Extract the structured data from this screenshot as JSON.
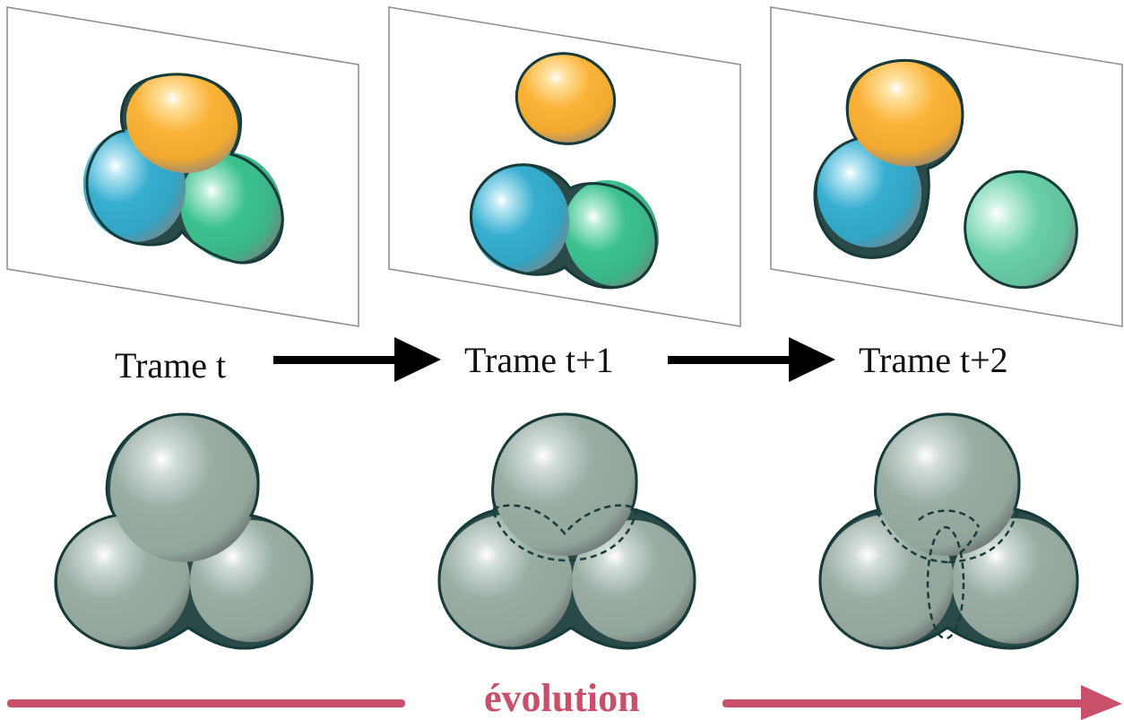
{
  "frames": [
    {
      "label": "Trame t"
    },
    {
      "label": "Trame t+1"
    },
    {
      "label": "Trame t+2"
    }
  ],
  "evolution": {
    "label": "évolution",
    "color": "#c9506a"
  },
  "colors": {
    "orange": "#fbb43a",
    "blue": "#37aed0",
    "green": "#3cc28e",
    "green_light": "#6ad0a8",
    "gray_sphere": "#9aaea4",
    "outline": "#173a3a",
    "plane_stroke": "#8a8a8a",
    "arrow": "#000000"
  }
}
